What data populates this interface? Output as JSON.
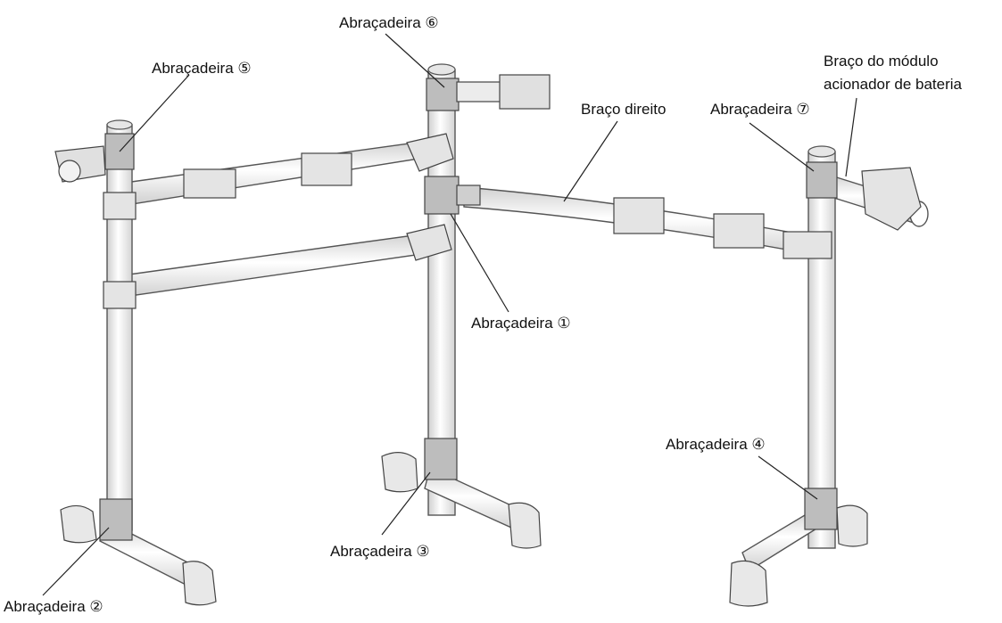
{
  "labels": {
    "clamp1": "Abraçadeira ①",
    "clamp2": "Abraçadeira ②",
    "clamp3": "Abraçadeira ③",
    "clamp4": "Abraçadeira ④",
    "clamp5": "Abraçadeira ⑤",
    "clamp6": "Abraçadeira ⑥",
    "clamp7": "Abraçadeira ⑦",
    "right_arm": "Braço direito",
    "module_arm_line1": "Braço do módulo",
    "module_arm_line2": "acionador de bateria"
  },
  "colors": {
    "pipe_fill": "#f2f2f2",
    "clamp_fill": "#bdbdbd",
    "foot_fill": "#e8e8e8",
    "line": "#222222"
  }
}
